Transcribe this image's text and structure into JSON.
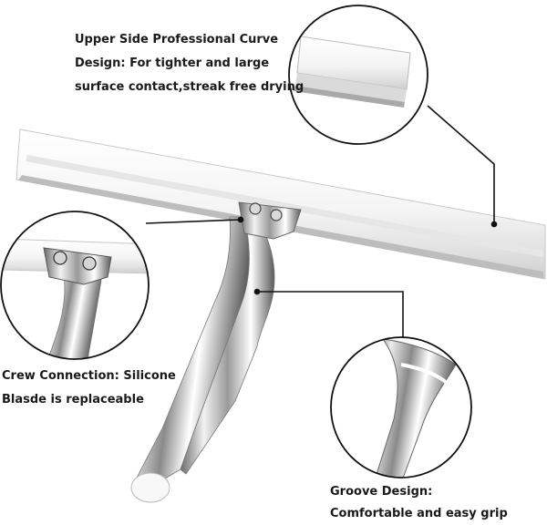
{
  "callouts": {
    "curve": {
      "line1": "Upper Side Professional Curve",
      "line2": "Design: For tighter and large",
      "line3": "surface contact,streak free drying"
    },
    "connection": {
      "line1": "Crew Connection: Silicone",
      "line2": "Blasde is replaceable"
    },
    "groove": {
      "line1": "Groove Design:",
      "line2": "Comfortable and easy grip"
    }
  },
  "colors": {
    "outline": "#111111",
    "chrome_light": "#f4f4f4",
    "chrome_dark": "#4a4a4a",
    "blade": "#f6f6f6",
    "blade_edge": "#c8c8c8"
  }
}
